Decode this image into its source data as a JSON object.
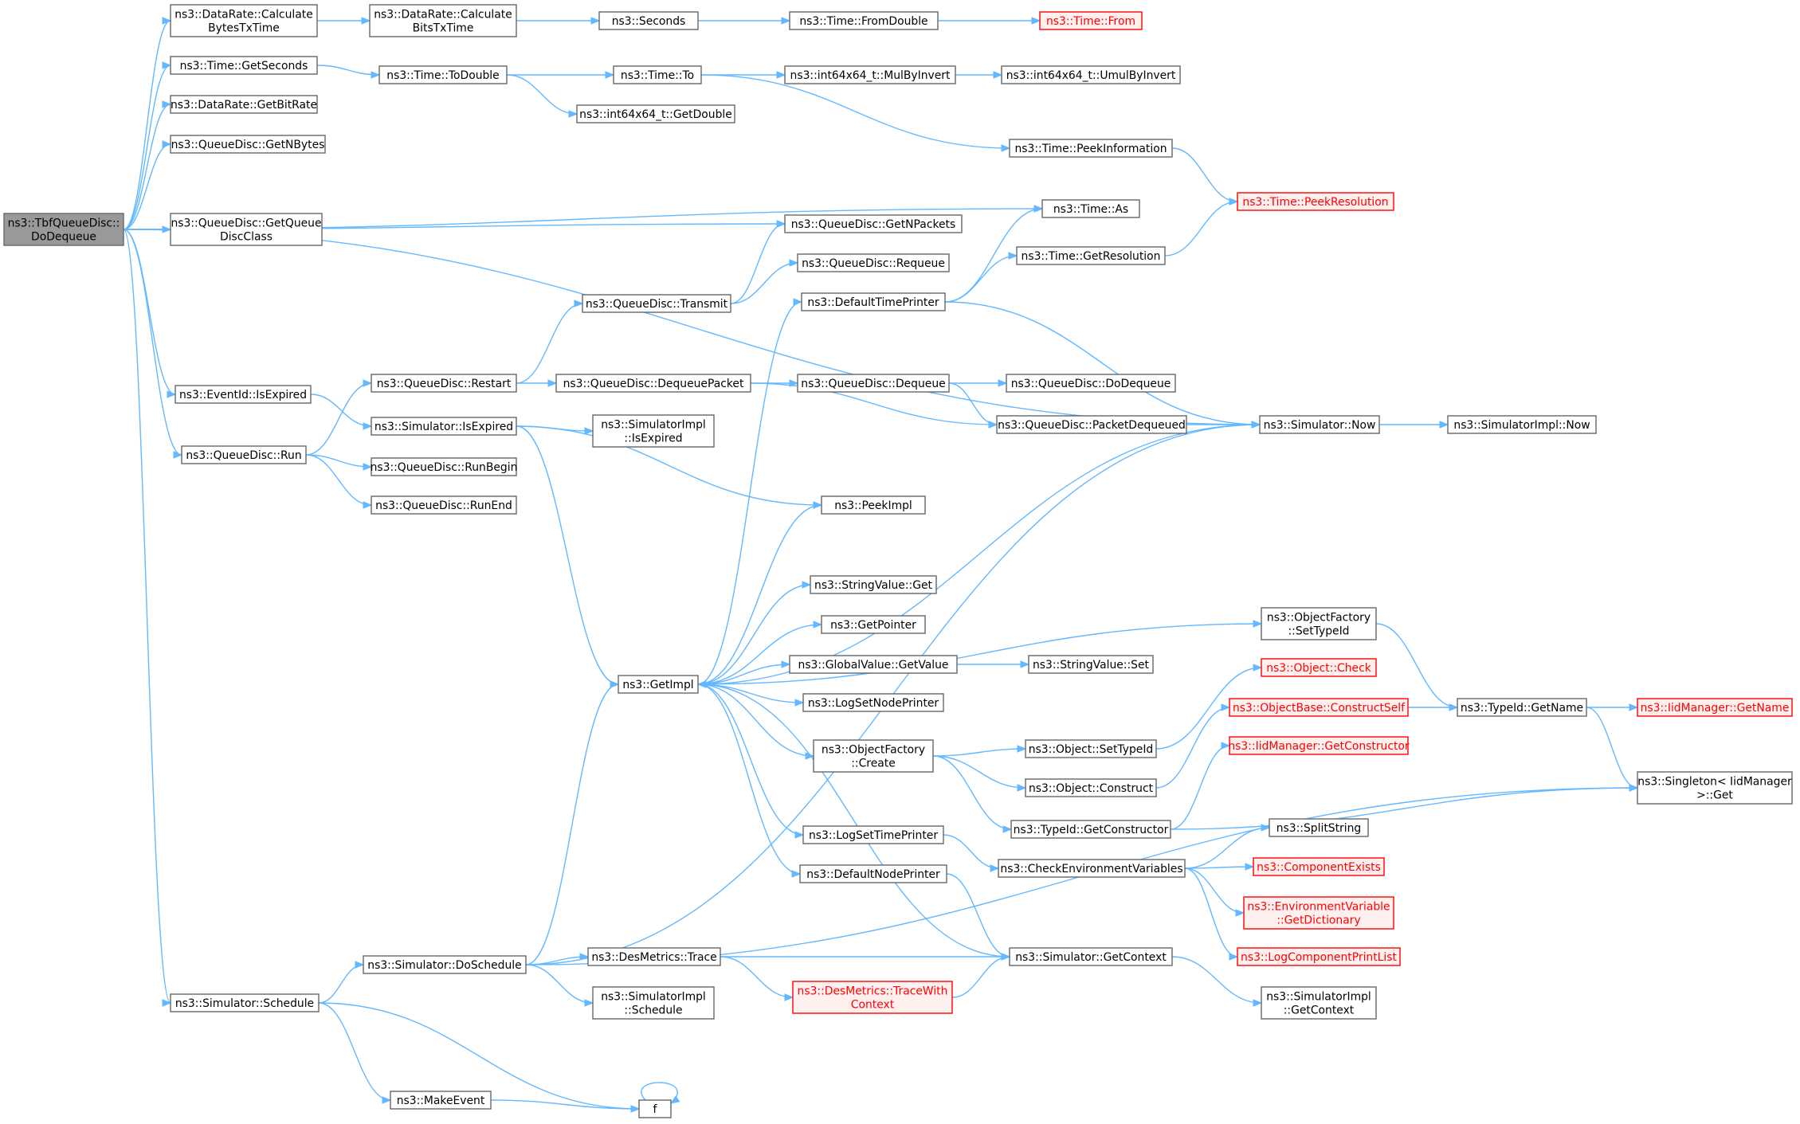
{
  "diagram": {
    "nodes": [
      {
        "id": "root",
        "lines": [
          "ns3::TbfQueueDisc::",
          "DoDequeue"
        ],
        "kind": "current"
      },
      {
        "id": "dr_calc_bytes",
        "lines": [
          "ns3::DataRate::Calculate",
          "BytesTxTime"
        ],
        "kind": "normal"
      },
      {
        "id": "time_getseconds",
        "lines": [
          "ns3::Time::GetSeconds"
        ],
        "kind": "normal"
      },
      {
        "id": "dr_getbitrate",
        "lines": [
          "ns3::DataRate::GetBitRate"
        ],
        "kind": "normal"
      },
      {
        "id": "qd_getnbytes",
        "lines": [
          "ns3::QueueDisc::GetNBytes"
        ],
        "kind": "normal"
      },
      {
        "id": "qd_getqdclass",
        "lines": [
          "ns3::QueueDisc::GetQueue",
          "DiscClass"
        ],
        "kind": "normal"
      },
      {
        "id": "eventid_isexpired",
        "lines": [
          "ns3::EventId::IsExpired"
        ],
        "kind": "normal"
      },
      {
        "id": "qd_run",
        "lines": [
          "ns3::QueueDisc::Run"
        ],
        "kind": "normal"
      },
      {
        "id": "sim_schedule",
        "lines": [
          "ns3::Simulator::Schedule"
        ],
        "kind": "normal"
      },
      {
        "id": "dr_calc_bits",
        "lines": [
          "ns3::DataRate::Calculate",
          "BitsTxTime"
        ],
        "kind": "normal"
      },
      {
        "id": "time_todouble",
        "lines": [
          "ns3::Time::ToDouble"
        ],
        "kind": "normal"
      },
      {
        "id": "qd_restart",
        "lines": [
          "ns3::QueueDisc::Restart"
        ],
        "kind": "normal"
      },
      {
        "id": "sim_isexpired",
        "lines": [
          "ns3::Simulator::IsExpired"
        ],
        "kind": "normal"
      },
      {
        "id": "qd_runbegin",
        "lines": [
          "ns3::QueueDisc::RunBegin"
        ],
        "kind": "normal"
      },
      {
        "id": "qd_runend",
        "lines": [
          "ns3::QueueDisc::RunEnd"
        ],
        "kind": "normal"
      },
      {
        "id": "sim_doschedule",
        "lines": [
          "ns3::Simulator::DoSchedule"
        ],
        "kind": "normal"
      },
      {
        "id": "makeevent",
        "lines": [
          "ns3::MakeEvent"
        ],
        "kind": "normal"
      },
      {
        "id": "seconds",
        "lines": [
          "ns3::Seconds"
        ],
        "kind": "normal"
      },
      {
        "id": "time_to",
        "lines": [
          "ns3::Time::To"
        ],
        "kind": "normal"
      },
      {
        "id": "int64_getdouble",
        "lines": [
          "ns3::int64x64_t::GetDouble"
        ],
        "kind": "normal"
      },
      {
        "id": "qd_transmit",
        "lines": [
          "ns3::QueueDisc::Transmit"
        ],
        "kind": "normal"
      },
      {
        "id": "qd_dequeuepacket",
        "lines": [
          "ns3::QueueDisc::DequeuePacket"
        ],
        "kind": "normal"
      },
      {
        "id": "simimpl_isexpired",
        "lines": [
          "ns3::SimulatorImpl",
          "::IsExpired"
        ],
        "kind": "normal"
      },
      {
        "id": "getimpl",
        "lines": [
          "ns3::GetImpl"
        ],
        "kind": "normal"
      },
      {
        "id": "desmetrics_trace",
        "lines": [
          "ns3::DesMetrics::Trace"
        ],
        "kind": "normal"
      },
      {
        "id": "simimpl_schedule",
        "lines": [
          "ns3::SimulatorImpl",
          "::Schedule"
        ],
        "kind": "normal"
      },
      {
        "id": "f",
        "lines": [
          "f"
        ],
        "kind": "normal"
      },
      {
        "id": "time_fromdouble",
        "lines": [
          "ns3::Time::FromDouble"
        ],
        "kind": "normal"
      },
      {
        "id": "int64_mulbyinvert",
        "lines": [
          "ns3::int64x64_t::MulByInvert"
        ],
        "kind": "normal"
      },
      {
        "id": "qd_getnpackets",
        "lines": [
          "ns3::QueueDisc::GetNPackets"
        ],
        "kind": "normal"
      },
      {
        "id": "qd_requeue",
        "lines": [
          "ns3::QueueDisc::Requeue"
        ],
        "kind": "normal"
      },
      {
        "id": "defaulttimeprinter",
        "lines": [
          "ns3::DefaultTimePrinter"
        ],
        "kind": "normal"
      },
      {
        "id": "qd_dequeue",
        "lines": [
          "ns3::QueueDisc::Dequeue"
        ],
        "kind": "normal"
      },
      {
        "id": "peekimpl",
        "lines": [
          "ns3::PeekImpl"
        ],
        "kind": "normal"
      },
      {
        "id": "stringvalue_get",
        "lines": [
          "ns3::StringValue::Get"
        ],
        "kind": "normal"
      },
      {
        "id": "getpointer",
        "lines": [
          "ns3::GetPointer"
        ],
        "kind": "normal"
      },
      {
        "id": "globalvalue_getvalue",
        "lines": [
          "ns3::GlobalValue::GetValue"
        ],
        "kind": "normal"
      },
      {
        "id": "logsetnodeprinter",
        "lines": [
          "ns3::LogSetNodePrinter"
        ],
        "kind": "normal"
      },
      {
        "id": "objfactory_create",
        "lines": [
          "ns3::ObjectFactory",
          "::Create"
        ],
        "kind": "normal"
      },
      {
        "id": "logsettimeprinter",
        "lines": [
          "ns3::LogSetTimePrinter"
        ],
        "kind": "normal"
      },
      {
        "id": "defaultnodeprinter",
        "lines": [
          "ns3::DefaultNodePrinter"
        ],
        "kind": "normal"
      },
      {
        "id": "desmetrics_tracewithcontext",
        "lines": [
          "ns3::DesMetrics::TraceWith",
          "Context"
        ],
        "kind": "red"
      },
      {
        "id": "time_from",
        "lines": [
          "ns3::Time::From"
        ],
        "kind": "red"
      },
      {
        "id": "int64_umulbyinvert",
        "lines": [
          "ns3::int64x64_t::UmulByInvert"
        ],
        "kind": "normal"
      },
      {
        "id": "time_peekinformation",
        "lines": [
          "ns3::Time::PeekInformation"
        ],
        "kind": "normal"
      },
      {
        "id": "time_as",
        "lines": [
          "ns3::Time::As"
        ],
        "kind": "normal"
      },
      {
        "id": "time_getresolution",
        "lines": [
          "ns3::Time::GetResolution"
        ],
        "kind": "normal"
      },
      {
        "id": "qd_dodequeue",
        "lines": [
          "ns3::QueueDisc::DoDequeue"
        ],
        "kind": "normal"
      },
      {
        "id": "qd_packetdequeued",
        "lines": [
          "ns3::QueueDisc::PacketDequeued"
        ],
        "kind": "normal"
      },
      {
        "id": "stringvalue_set",
        "lines": [
          "ns3::StringValue::Set"
        ],
        "kind": "normal"
      },
      {
        "id": "object_settypeid",
        "lines": [
          "ns3::Object::SetTypeId"
        ],
        "kind": "normal"
      },
      {
        "id": "object_construct",
        "lines": [
          "ns3::Object::Construct"
        ],
        "kind": "normal"
      },
      {
        "id": "typeid_getconstructor",
        "lines": [
          "ns3::TypeId::GetConstructor"
        ],
        "kind": "normal"
      },
      {
        "id": "checkenvvars",
        "lines": [
          "ns3::CheckEnvironmentVariables"
        ],
        "kind": "normal"
      },
      {
        "id": "sim_getcontext",
        "lines": [
          "ns3::Simulator::GetContext"
        ],
        "kind": "normal"
      },
      {
        "id": "time_peekresolution",
        "lines": [
          "ns3::Time::PeekResolution"
        ],
        "kind": "red"
      },
      {
        "id": "sim_now",
        "lines": [
          "ns3::Simulator::Now"
        ],
        "kind": "normal"
      },
      {
        "id": "objfactory_settypeid",
        "lines": [
          "ns3::ObjectFactory",
          "::SetTypeId"
        ],
        "kind": "normal"
      },
      {
        "id": "object_check",
        "lines": [
          "ns3::Object::Check"
        ],
        "kind": "red"
      },
      {
        "id": "objectbase_constructself",
        "lines": [
          "ns3::ObjectBase::ConstructSelf"
        ],
        "kind": "red"
      },
      {
        "id": "iidmanager_getconstructor",
        "lines": [
          "ns3::IidManager::GetConstructor"
        ],
        "kind": "red"
      },
      {
        "id": "splitstring",
        "lines": [
          "ns3::SplitString"
        ],
        "kind": "normal"
      },
      {
        "id": "componentexists",
        "lines": [
          "ns3::ComponentExists"
        ],
        "kind": "red"
      },
      {
        "id": "envvar_getdictionary",
        "lines": [
          "ns3::EnvironmentVariable",
          "::GetDictionary"
        ],
        "kind": "red"
      },
      {
        "id": "logcomponentprintlist",
        "lines": [
          "ns3::LogComponentPrintList"
        ],
        "kind": "red"
      },
      {
        "id": "simimpl_getcontext",
        "lines": [
          "ns3::SimulatorImpl",
          "::GetContext"
        ],
        "kind": "normal"
      },
      {
        "id": "simimpl_now",
        "lines": [
          "ns3::SimulatorImpl::Now"
        ],
        "kind": "normal"
      },
      {
        "id": "typeid_getname",
        "lines": [
          "ns3::TypeId::GetName"
        ],
        "kind": "normal"
      },
      {
        "id": "iidmanager_getname",
        "lines": [
          "ns3::IidManager::GetName"
        ],
        "kind": "red"
      },
      {
        "id": "singleton_get",
        "lines": [
          "ns3::Singleton< IidManager",
          " >::Get"
        ],
        "kind": "normal"
      }
    ],
    "edges": [
      [
        "root",
        "dr_calc_bytes"
      ],
      [
        "root",
        "time_getseconds"
      ],
      [
        "root",
        "dr_getbitrate"
      ],
      [
        "root",
        "qd_getnbytes"
      ],
      [
        "root",
        "qd_getqdclass"
      ],
      [
        "root",
        "eventid_isexpired"
      ],
      [
        "root",
        "qd_run"
      ],
      [
        "root",
        "sim_schedule"
      ],
      [
        "root",
        "time_as"
      ],
      [
        "root",
        "qd_getnpackets"
      ],
      [
        "root",
        "sim_now"
      ],
      [
        "dr_calc_bytes",
        "dr_calc_bits"
      ],
      [
        "dr_calc_bits",
        "seconds"
      ],
      [
        "seconds",
        "time_fromdouble"
      ],
      [
        "time_fromdouble",
        "time_from"
      ],
      [
        "time_getseconds",
        "time_todouble"
      ],
      [
        "time_todouble",
        "time_to"
      ],
      [
        "time_todouble",
        "int64_getdouble"
      ],
      [
        "time_to",
        "int64_mulbyinvert"
      ],
      [
        "time_to",
        "time_peekinformation"
      ],
      [
        "int64_mulbyinvert",
        "int64_umulbyinvert"
      ],
      [
        "time_peekinformation",
        "time_peekresolution"
      ],
      [
        "eventid_isexpired",
        "sim_isexpired"
      ],
      [
        "qd_run",
        "qd_restart"
      ],
      [
        "qd_run",
        "qd_runbegin"
      ],
      [
        "qd_run",
        "qd_runend"
      ],
      [
        "qd_restart",
        "qd_transmit"
      ],
      [
        "qd_restart",
        "qd_dequeuepacket"
      ],
      [
        "qd_transmit",
        "qd_getnpackets"
      ],
      [
        "qd_transmit",
        "qd_requeue"
      ],
      [
        "qd_dequeuepacket",
        "qd_dequeue"
      ],
      [
        "qd_dequeuepacket",
        "qd_packetdequeued"
      ],
      [
        "qd_dequeue",
        "qd_dodequeue"
      ],
      [
        "qd_dequeue",
        "qd_packetdequeued"
      ],
      [
        "qd_packetdequeued",
        "sim_now"
      ],
      [
        "sim_isexpired",
        "simimpl_isexpired"
      ],
      [
        "sim_isexpired",
        "getimpl"
      ],
      [
        "sim_isexpired",
        "peekimpl"
      ],
      [
        "sim_now",
        "simimpl_now"
      ],
      [
        "sim_now",
        "getimpl"
      ],
      [
        "getimpl",
        "defaulttimeprinter"
      ],
      [
        "getimpl",
        "peekimpl"
      ],
      [
        "getimpl",
        "stringvalue_get"
      ],
      [
        "getimpl",
        "getpointer"
      ],
      [
        "getimpl",
        "globalvalue_getvalue"
      ],
      [
        "getimpl",
        "logsetnodeprinter"
      ],
      [
        "getimpl",
        "objfactory_settypeid"
      ],
      [
        "getimpl",
        "objfactory_create"
      ],
      [
        "getimpl",
        "logsettimeprinter"
      ],
      [
        "getimpl",
        "defaultnodeprinter"
      ],
      [
        "globalvalue_getvalue",
        "stringvalue_set"
      ],
      [
        "defaulttimeprinter",
        "time_as"
      ],
      [
        "defaulttimeprinter",
        "time_getresolution"
      ],
      [
        "defaulttimeprinter",
        "sim_now"
      ],
      [
        "time_getresolution",
        "time_peekresolution"
      ],
      [
        "objfactory_create",
        "object_settypeid"
      ],
      [
        "objfactory_create",
        "object_construct"
      ],
      [
        "objfactory_create",
        "typeid_getconstructor"
      ],
      [
        "object_settypeid",
        "object_check"
      ],
      [
        "object_construct",
        "objectbase_constructself"
      ],
      [
        "typeid_getconstructor",
        "iidmanager_getconstructor"
      ],
      [
        "typeid_getconstructor",
        "singleton_get"
      ],
      [
        "objectbase_constructself",
        "typeid_getname"
      ],
      [
        "objfactory_settypeid",
        "typeid_getname"
      ],
      [
        "typeid_getname",
        "iidmanager_getname"
      ],
      [
        "typeid_getname",
        "singleton_get"
      ],
      [
        "logsettimeprinter",
        "checkenvvars"
      ],
      [
        "checkenvvars",
        "splitstring"
      ],
      [
        "checkenvvars",
        "componentexists"
      ],
      [
        "checkenvvars",
        "envvar_getdictionary"
      ],
      [
        "checkenvvars",
        "logcomponentprintlist"
      ],
      [
        "defaultnodeprinter",
        "sim_getcontext"
      ],
      [
        "sim_getcontext",
        "getimpl"
      ],
      [
        "sim_getcontext",
        "simimpl_getcontext"
      ],
      [
        "sim_schedule",
        "sim_doschedule"
      ],
      [
        "sim_schedule",
        "makeevent"
      ],
      [
        "sim_schedule",
        "f"
      ],
      [
        "sim_doschedule",
        "sim_now"
      ],
      [
        "sim_doschedule",
        "getimpl"
      ],
      [
        "sim_doschedule",
        "desmetrics_trace"
      ],
      [
        "sim_doschedule",
        "simimpl_schedule"
      ],
      [
        "sim_doschedule",
        "singleton_get"
      ],
      [
        "desmetrics_trace",
        "sim_getcontext"
      ],
      [
        "desmetrics_trace",
        "desmetrics_tracewithcontext"
      ],
      [
        "desmetrics_tracewithcontext",
        "sim_getcontext"
      ],
      [
        "makeevent",
        "f"
      ],
      [
        "f",
        "f"
      ]
    ],
    "colors": {
      "edge": "#63b8ff",
      "normal_fill": "#ffffff",
      "normal_stroke": "#666666",
      "normal_text": "#000000",
      "red_fill": "#fff0f0",
      "red_stroke": "#ff0000",
      "red_text": "#ff0000",
      "current_fill": "#999999",
      "current_stroke": "#666666",
      "current_text": "#000000"
    }
  }
}
